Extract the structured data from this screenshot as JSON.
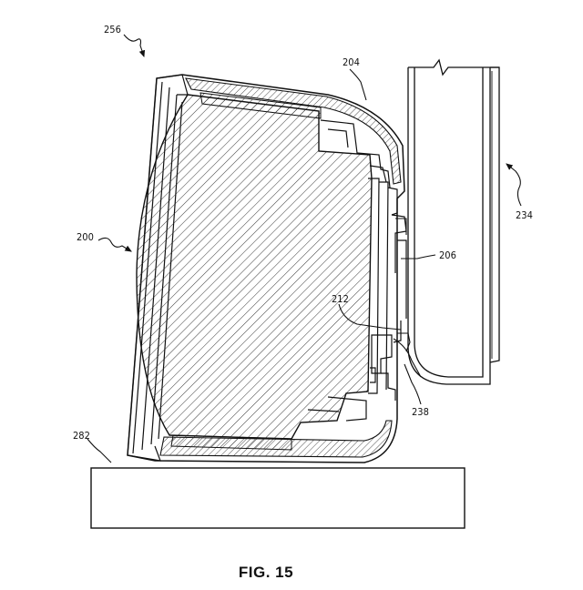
{
  "figure": {
    "caption": "FIG. 15"
  },
  "labels": {
    "ref_256": "256",
    "ref_204": "204",
    "ref_234": "234",
    "ref_200": "200",
    "ref_206": "206",
    "ref_212": "212",
    "ref_238": "238",
    "ref_282": "282"
  }
}
